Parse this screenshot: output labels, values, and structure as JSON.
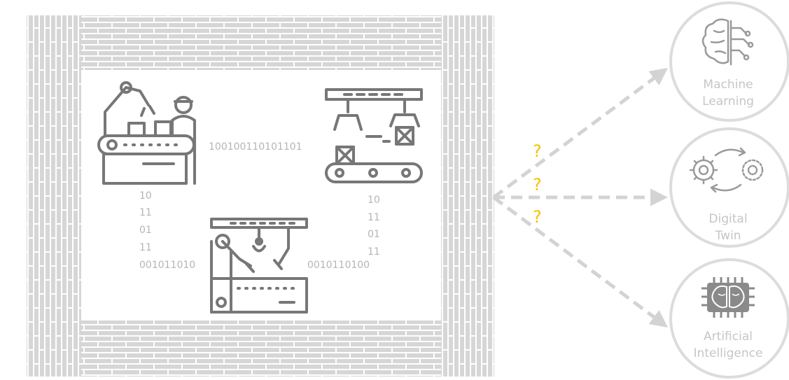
{
  "binary": {
    "top_middle": "100100110101101",
    "left_column": [
      "10",
      "11",
      "01",
      "11",
      "001011010"
    ],
    "right_column": [
      "10",
      "11",
      "01",
      "11"
    ],
    "right_bottom": "0010110100"
  },
  "unknown_marker": "?",
  "targets": [
    {
      "line1": "Machine",
      "line2": "Learning",
      "icon": "brain-icon"
    },
    {
      "line1": "Digital",
      "line2": "Twin",
      "icon": "gears-icon"
    },
    {
      "line1": "Artificial",
      "line2": "Intelligence",
      "icon": "ai-chip-icon"
    }
  ],
  "colors": {
    "wall": "#d6d6d6",
    "icon_stroke": "#777777",
    "arrow": "#d3d3d3",
    "question": "#f2c200",
    "circle": "#dcdcdc"
  }
}
